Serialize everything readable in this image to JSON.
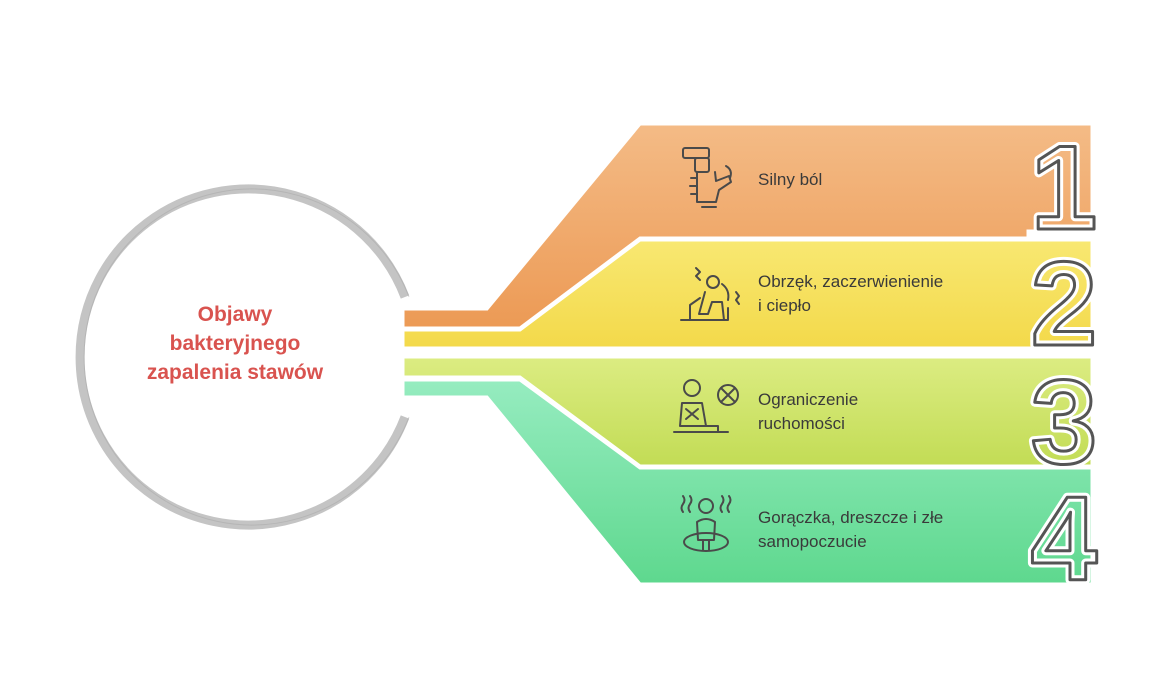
{
  "diagram": {
    "title_lines": [
      "Objawy",
      "bakteryjnego",
      "zapalenia stawów"
    ],
    "steps": [
      {
        "number": "1",
        "lines": [
          "Silny ból"
        ],
        "icon": "hand-pain-icon",
        "color": "#efa86a"
      },
      {
        "number": "2",
        "lines": [
          "Obrzęk, zaczerwienienie",
          "i ciepło"
        ],
        "icon": "swollen-joint-icon",
        "color": "#f6e25e"
      },
      {
        "number": "3",
        "lines": [
          "Ograniczenie",
          "ruchomości"
        ],
        "icon": "restricted-movement-icon",
        "color": "#cfe46c"
      },
      {
        "number": "4",
        "lines": [
          "Gorączka, dreszcze i złe",
          "samopoczucie"
        ],
        "icon": "fever-chills-icon",
        "color": "#7fe3a8"
      }
    ]
  }
}
